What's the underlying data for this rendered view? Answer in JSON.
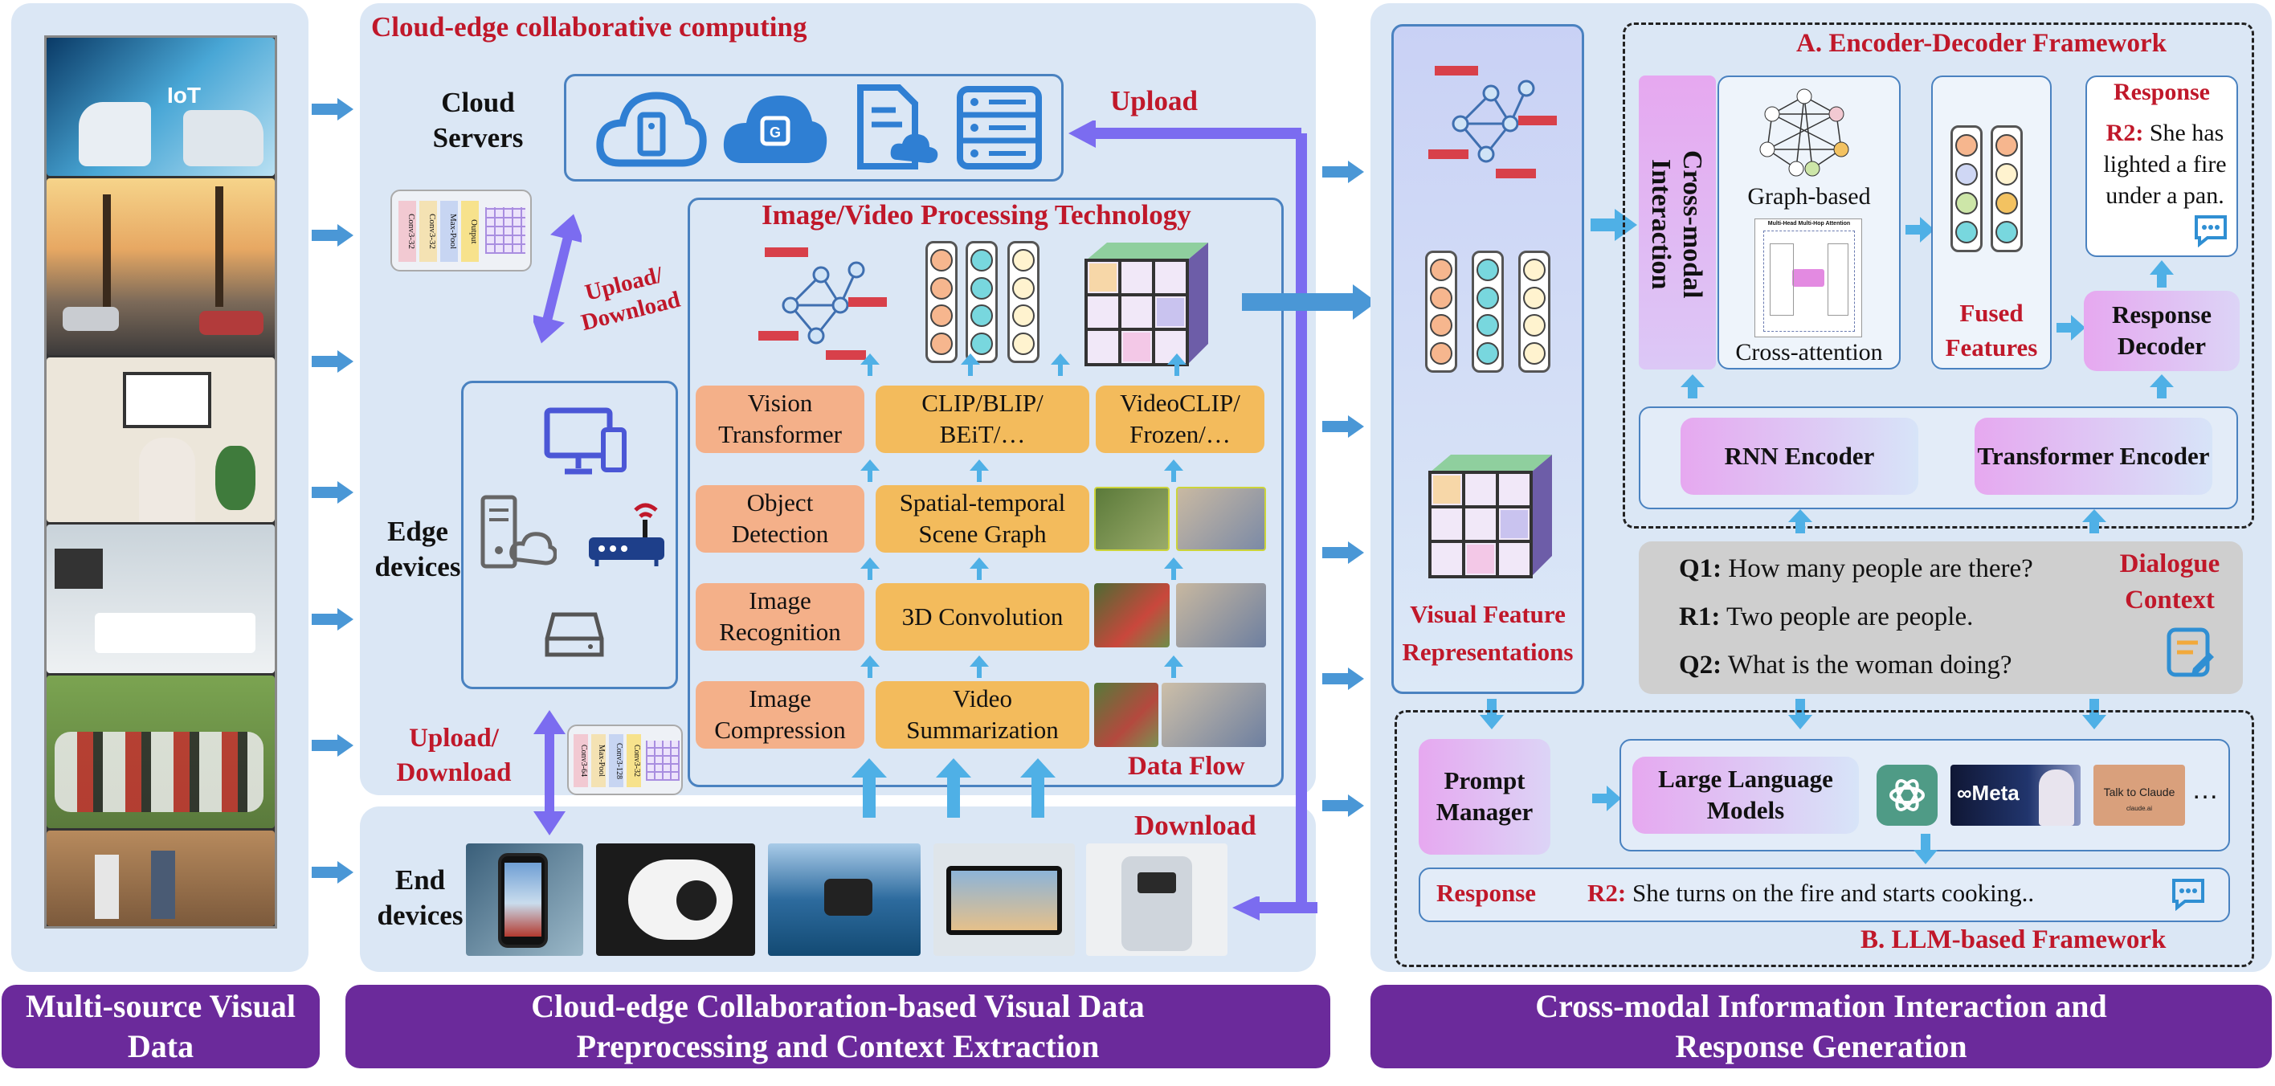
{
  "left": {
    "label": "Multi-source Visual Data",
    "iot_tag": "IoT"
  },
  "middle": {
    "title": "Cloud-edge collaborative computing",
    "cloud_servers": "Cloud Servers",
    "upload": "Upload",
    "upload_download_1": "Upload/ Download",
    "upload_download_2": "Upload/ Download",
    "download": "Download",
    "edge_devices": "Edge devices",
    "end_devices": "End devices",
    "ivpt_title": "Image/Video Processing Technology",
    "data_flow": "Data Flow",
    "cnn_layers": [
      "Conv3-32",
      "Conv3-32",
      "Max-Pool",
      "Output"
    ],
    "cnn_layers_2": [
      "Conv3-64",
      "Max-Pool",
      "Conv3-128",
      "Conv3-32"
    ],
    "techniques": [
      {
        "left": "Vision Transformer",
        "right": "CLIP/BLIP/ BEiT/…",
        "video": "VideoCLIP/ Frozen/…"
      },
      {
        "left": "Object Detection",
        "right": "Spatial-temporal Scene Graph"
      },
      {
        "left": "Image Recognition",
        "right": "3D Convolution"
      },
      {
        "left": "Image Compression",
        "right": "Video Summarization"
      }
    ],
    "bottom_label": "Cloud-edge Collaboration-based Visual Data Preprocessing and Context Extraction"
  },
  "right": {
    "visual_feature_label": "Visual Feature Representations",
    "section_a_title": "A.  Encoder-Decoder Framework",
    "cross_modal": "Cross-modal Interaction",
    "graph_based": "Graph-based",
    "cross_attention": "Cross-attention",
    "mhma_title": "Multi-Head Multi-Hop Attention",
    "fused_features": "Fused Features",
    "response_title": "Response",
    "response_r2_label": "R2:",
    "response_r2_text": "She has lighted a fire under a pan.",
    "response_decoder": "Response Decoder",
    "rnn_encoder": "RNN Encoder",
    "transformer_encoder": "Transformer Encoder",
    "dialogue": [
      {
        "tag": "Q1:",
        "text": "How many people are there?"
      },
      {
        "tag": "R1:",
        "text": "Two people are people."
      },
      {
        "tag": "Q2:",
        "text": "What is the woman doing?"
      }
    ],
    "dialogue_context": "Dialogue Context",
    "prompt_manager": "Prompt Manager",
    "llm": "Large Language Models",
    "meta": "∞Meta",
    "claude": "Talk to Claude",
    "claude_small": "claude.ai",
    "ellipsis": "…",
    "response_b_label": "Response",
    "response_b_r2": "R2:",
    "response_b_text": "She turns on the fire and starts cooking..",
    "section_b_title": "B.  LLM-based Framework",
    "bottom_label": "Cross-modal Information Interaction and Response Generation"
  },
  "colors": {
    "panel": "#dbe7f5",
    "accent_red": "#c0182a",
    "purple": "#6b2a9b",
    "arrow": "#4a97d6",
    "big_arrow": "#7b6cf0"
  }
}
